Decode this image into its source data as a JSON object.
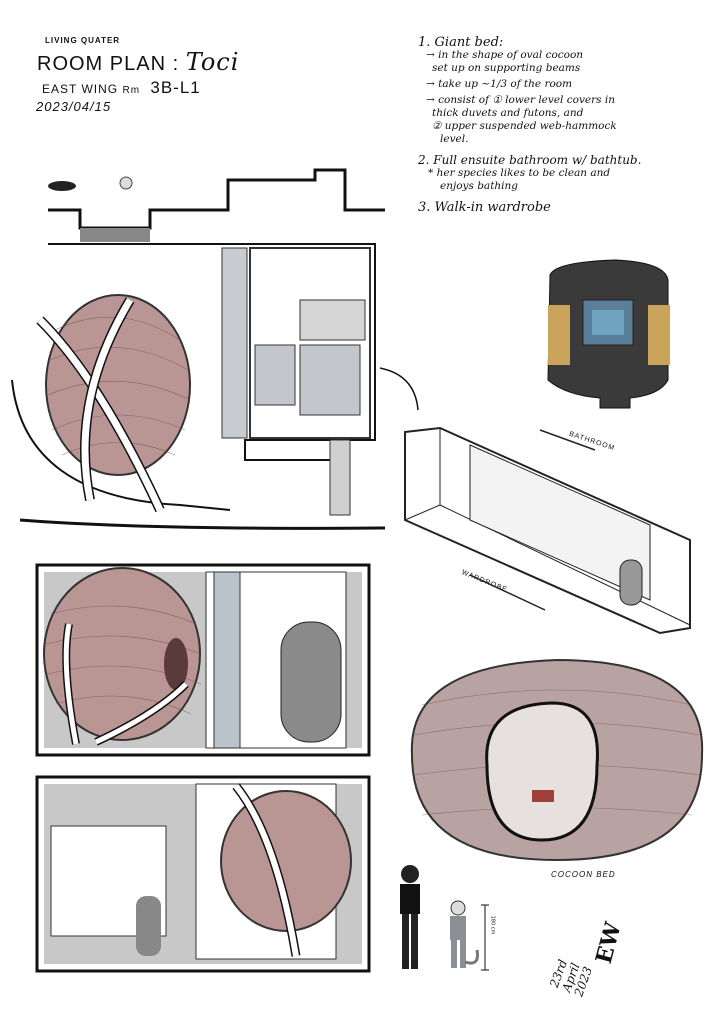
{
  "header": {
    "subtitle": "LIVING QUATER",
    "title": "ROOM PLAN",
    "name": "Toci",
    "location": "EAST WING",
    "room_label": "Rm",
    "room_number": "3B-L1",
    "date": "2023/04/15"
  },
  "notes": {
    "items": [
      {
        "heading": "1. Giant bed:",
        "lines": [
          "→ in the shape of oval cocoon",
          "set up on supporting beams",
          "→ take up ~1/3 of the room",
          "→ consist of ① lower level covers in",
          "thick duvets and futons, and",
          "② upper suspended web-hammock",
          "level."
        ]
      },
      {
        "heading": "2. Full ensuite bathroom w/ bathtub.",
        "lines": [
          "* her species likes to be clean and",
          "enjoys bathing"
        ]
      },
      {
        "heading": "3. Walk-in wardrobe",
        "lines": []
      }
    ]
  },
  "labels": {
    "bathroom": "BATHROOM",
    "wardrobe": "WARDROBE",
    "cocoon_bed": "COCOON BED",
    "height_scale": "180 cm"
  },
  "signature": {
    "day": "23rd",
    "month": "April",
    "year": "2023",
    "initials": "EW"
  },
  "colors": {
    "cocoon": "#b99593",
    "cocoon_line": "#6e4a4a",
    "grey_fill": "#c8c8c8",
    "panel_blue": "#b8c3cc",
    "wood": "#c9a45a",
    "dark": "#3a3a3a"
  }
}
